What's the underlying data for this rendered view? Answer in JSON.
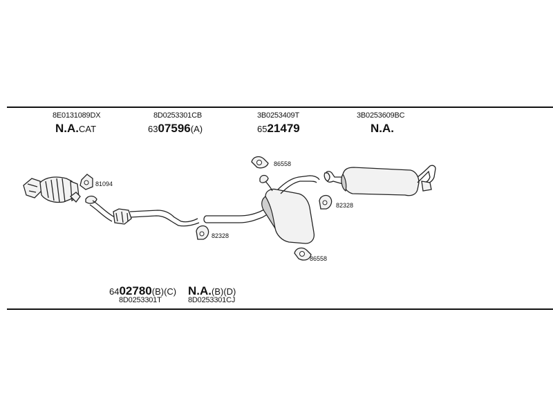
{
  "top_row": [
    {
      "oe": "8E0131089DX",
      "na": "N.A.",
      "suffix": "CAT"
    },
    {
      "oe": "8D0253301CB",
      "prefix": "63",
      "bold": "07596",
      "suffix": "(A)"
    },
    {
      "oe": "3B0253409T",
      "prefix": "65",
      "bold": "21479",
      "suffix": ""
    },
    {
      "oe": "3B0253609BC",
      "na": "N.A.",
      "suffix": ""
    }
  ],
  "bottom_row": [
    {
      "oe": "8D0253301T",
      "prefix": "64",
      "bold": "02780",
      "suffix": "(B)(C)"
    },
    {
      "oe": "8D0253301CJ",
      "na": "N.A.",
      "suffix": "(B)(D)"
    }
  ],
  "components": {
    "gasket_front": "81094",
    "clamp_mid": "82328",
    "hanger_top": "86558",
    "clamp_rear": "82328",
    "hanger_bottom": "86558"
  },
  "colors": {
    "line": "#111111",
    "part_fill": "#f2f2f2"
  }
}
